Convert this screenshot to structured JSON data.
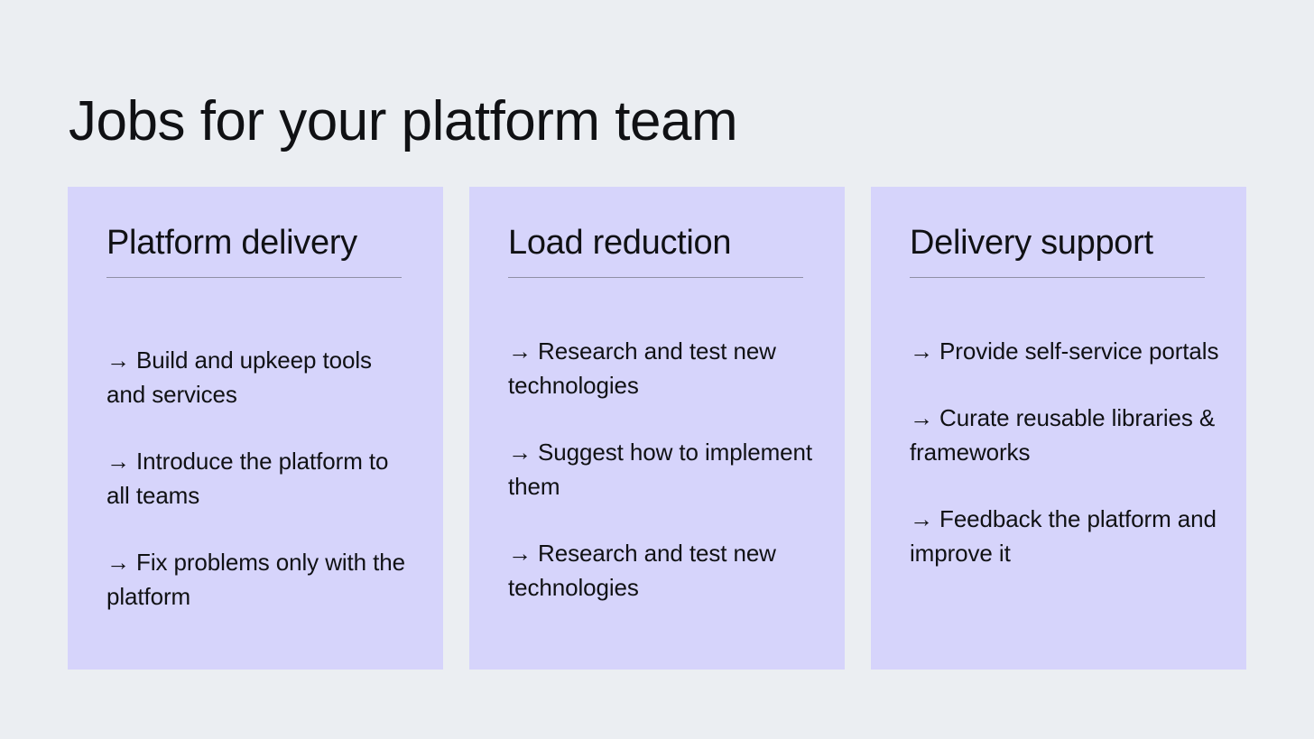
{
  "slide": {
    "title": "Jobs for your platform team",
    "background_color": "#ebeef2",
    "card_color": "#d6d4fb",
    "text_color": "#101114",
    "rule_color": "#8f8fa6",
    "bullet_glyph": "→"
  },
  "cards": [
    {
      "title": "Platform delivery",
      "items": [
        "Build and upkeep tools and services",
        "Introduce the platform to all teams",
        "Fix problems only with the platform"
      ]
    },
    {
      "title": "Load reduction",
      "items": [
        "Research and test new technologies",
        "Suggest how to implement them",
        "Research and test new technologies"
      ]
    },
    {
      "title": "Delivery support",
      "items": [
        "Provide self-service portals",
        "Curate reusable libraries & frameworks",
        "Feedback the platform and improve it"
      ]
    }
  ]
}
